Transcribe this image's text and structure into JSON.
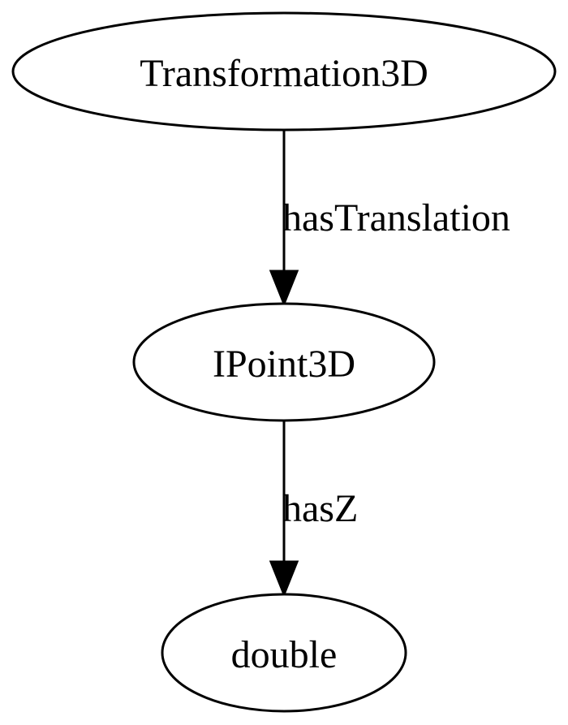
{
  "nodes": {
    "transformation": {
      "label": "Transformation3D"
    },
    "ipoint": {
      "label": "IPoint3D"
    },
    "double": {
      "label": "double"
    }
  },
  "edges": {
    "has_translation": {
      "label": "hasTranslation",
      "from": "Transformation3D",
      "to": "IPoint3D"
    },
    "has_z": {
      "label": "hasZ",
      "from": "IPoint3D",
      "to": "double"
    }
  }
}
